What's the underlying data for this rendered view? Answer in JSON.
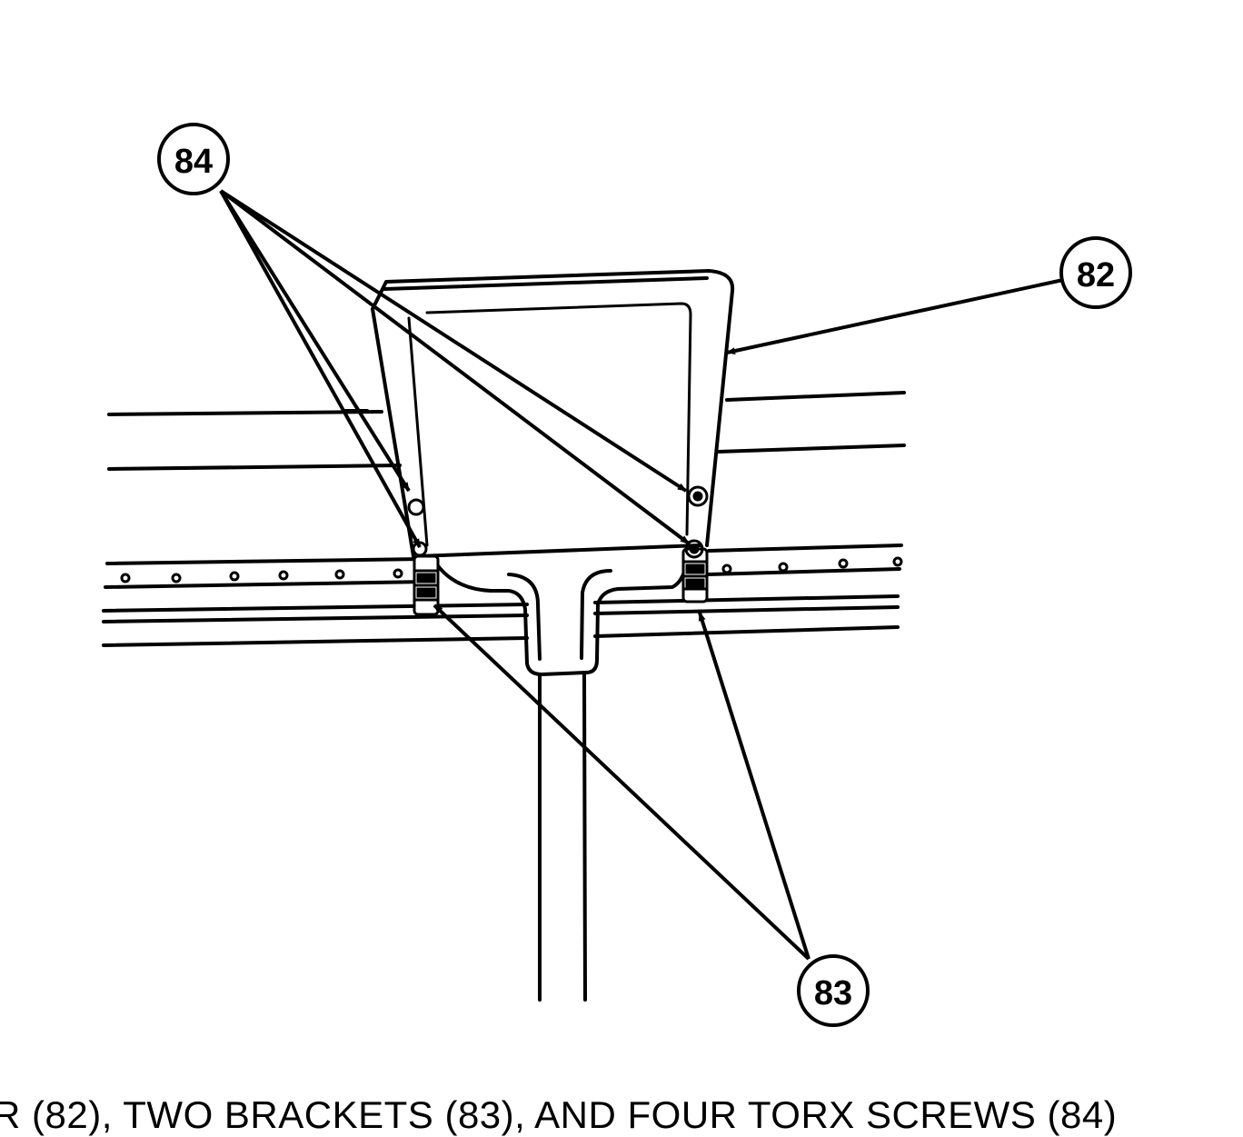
{
  "callouts": {
    "panel": "82",
    "brackets": "83",
    "screws": "84"
  },
  "caption": "R (82), TWO BRACKETS (83), AND FOUR TORX SCREWS (84)",
  "colors": {
    "ink": "#000000",
    "paper": "#ffffff"
  }
}
